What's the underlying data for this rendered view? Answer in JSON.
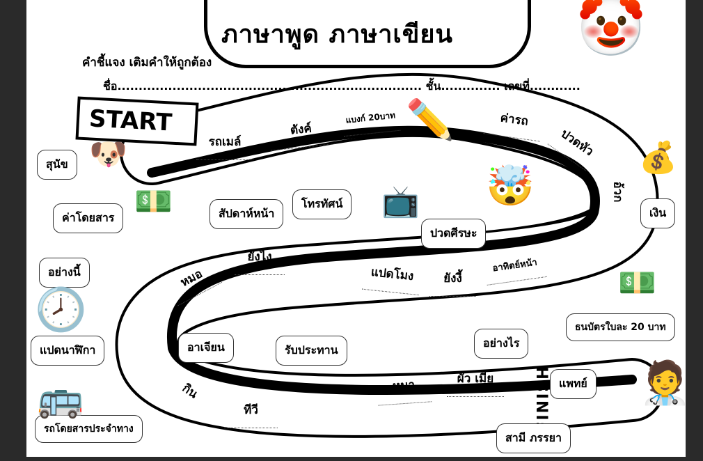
{
  "title": "ภาษาพูด ภาษาเขียน",
  "instruction": "คำชี้แจง เติมคำให้ถูกต้อง",
  "name_line": "ชื่อ........................................................................ ชั้น.............. เลขที่............",
  "start_label": "START",
  "finish_label": "FINISH",
  "path_cells": [
    "รถเมล์",
    "ตังค์",
    "แบงก์ 20บาท",
    "ค่ารถ",
    "ปวดหัว",
    "อ้วก",
    "อาทิตย์หน้า",
    "ยังงี้",
    "แปดโมง",
    "ยังไง",
    "หมอ",
    "กิน",
    "ทีวี",
    "หมา",
    "ผัว เมีย"
  ],
  "answer_boxes": [
    "สุนัข",
    "ค่าโดยสาร",
    "สัปดาห์หน้า",
    "โทรทัศน์",
    "ปวดศีรษะ",
    "เงิน",
    "อย่างนี้",
    "แปดนาฬิกา",
    "อาเจียน",
    "รับประทาน",
    "อย่างไร",
    "ธนบัตรใบละ 20 บาท",
    "รถโดยสารประจำทาง",
    "แพทย์",
    "สามี ภรรยา"
  ]
}
